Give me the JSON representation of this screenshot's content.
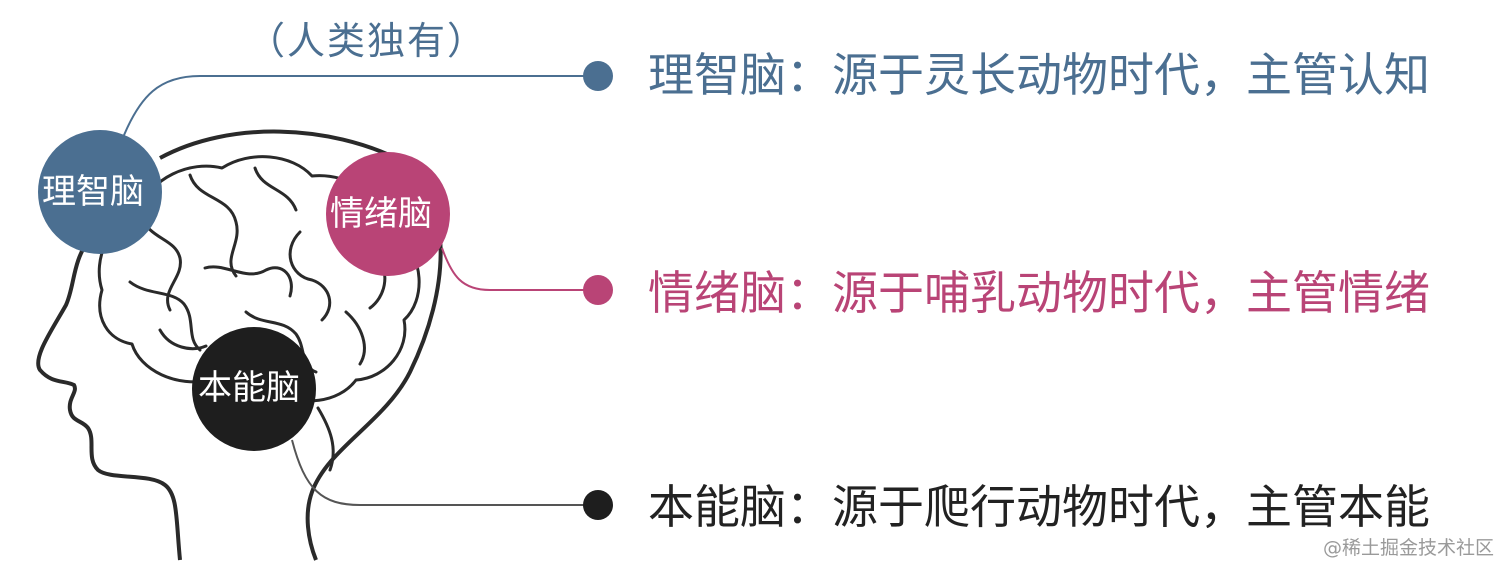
{
  "annotation": {
    "human_only": "（人类独有）"
  },
  "badges": {
    "rational": "理智脑",
    "emotional": "情绪脑",
    "instinct": "本能脑"
  },
  "rows": [
    {
      "text": "理智脑：源于灵长动物时代，主管认知",
      "color": "#4b6f91"
    },
    {
      "text": "情绪脑：源于哺乳动物时代，主管情绪",
      "color": "#b94476"
    },
    {
      "text": "本能脑：源于爬行动物时代，主管本能",
      "color": "#222222"
    }
  ],
  "colors": {
    "rational": "#4b6f91",
    "emotional": "#b94476",
    "instinct": "#1e1e1e",
    "outline": "#2a2a2a"
  },
  "icons": [
    "head-outline-icon",
    "brain-icon"
  ],
  "watermark": "@稀土掘金技术社区"
}
